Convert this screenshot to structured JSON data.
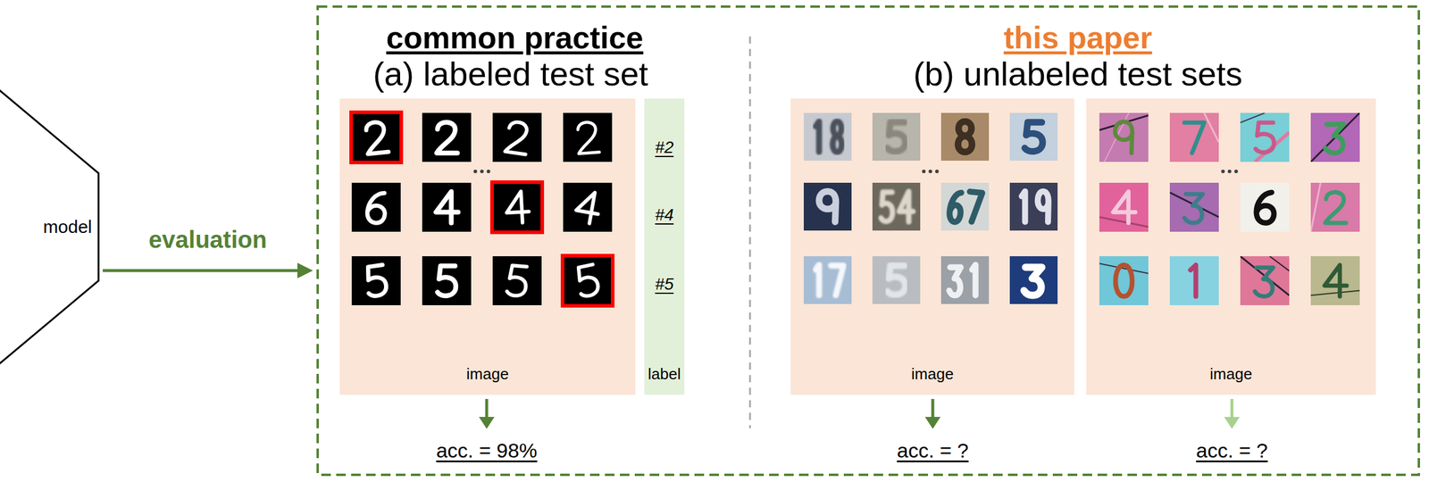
{
  "diagram": {
    "nodes": [
      {
        "text": [
          "model"
        ]
      },
      {
        "text": [
          "common practice",
          "(a) labeled test set",
          "this paper",
          "(b) unlabeled test sets"
        ]
      },
      {
        "text": [
          "image"
        ],
        "in": 1
      },
      {
        "text": [
          "#2",
          "#4",
          "#5",
          "label"
        ],
        "in": 1
      },
      {
        "text": [
          "image"
        ],
        "in": 1
      },
      {
        "text": [
          "image"
        ],
        "in": 1
      }
    ],
    "edges": [
      {
        "from": 0,
        "to": 1,
        "label": "evaluation",
        "arrow": "to"
      }
    ],
    "labels": [
      "acc. = 98%",
      "acc. = ?",
      "acc. = ?"
    ]
  }
}
